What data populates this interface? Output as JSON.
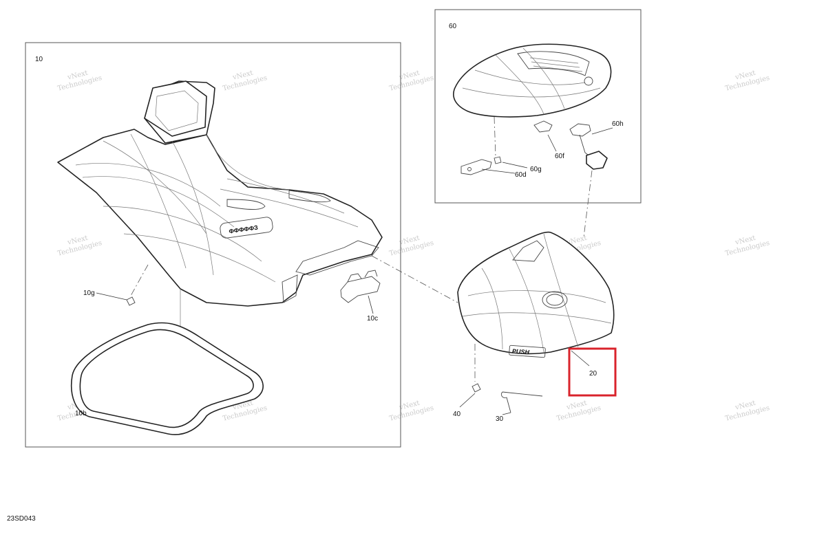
{
  "diagram": {
    "code": "23SD043",
    "watermark_line1": "vNext",
    "watermark_line2": "Technologies",
    "highlight_color": "#d9232b",
    "labels": {
      "p10": "10",
      "p10g": "10g",
      "p10c": "10c",
      "p10b": "10b",
      "p60": "60",
      "p60h": "60h",
      "p60f": "60f",
      "p60g": "60g",
      "p60d": "60d",
      "p20": "20",
      "p40": "40",
      "p30": "30"
    }
  }
}
